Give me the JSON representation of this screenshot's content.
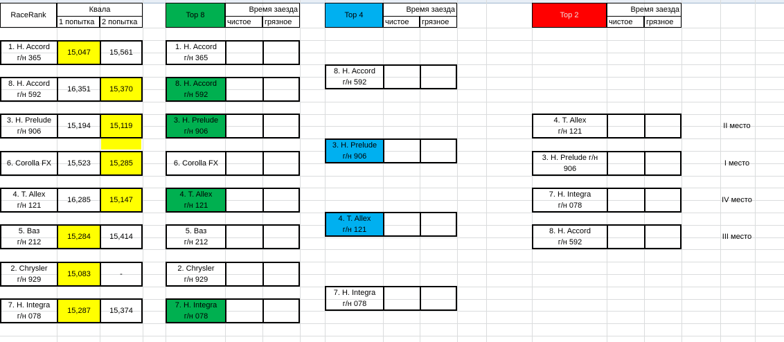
{
  "headers": {
    "race_rank": "RaceRank",
    "kvala": "Квала",
    "attempt1": "1 попытка",
    "attempt2": "2 попытка",
    "top8": "Top 8",
    "top4": "Top 4",
    "top2": "Top 2",
    "race_time": "Время заезда",
    "clean": "чистое",
    "dirty": "грязное"
  },
  "qualification": [
    {
      "name": "1. H. Accord\nг/н 365",
      "t1": "15,047",
      "t2": "15,561",
      "best": 1
    },
    {
      "name": "8. H. Accord\nг/н 592",
      "t1": "16,351",
      "t2": "15,370",
      "best": 2
    },
    {
      "name": "3. H. Prelude\nг/н 906",
      "t1": "15,194",
      "t2": "15,119",
      "best": 2
    },
    {
      "name": "6. Corolla FX",
      "t1": "15,523",
      "t2": "15,285",
      "best": 2
    },
    {
      "name": "4. T. Allex\nг/н 121",
      "t1": "16,285",
      "t2": "15,147",
      "best": 2
    },
    {
      "name": "5. Ваз\nг/н 212",
      "t1": "15,284",
      "t2": "15,414",
      "best": 1
    },
    {
      "name": "2. Chrysler\nг/н 929",
      "t1": "15,083",
      "t2": "-",
      "best": 1
    },
    {
      "name": "7. H. Integra\nг/н 078",
      "t1": "15,287",
      "t2": "15,374",
      "best": 1
    }
  ],
  "top8": [
    {
      "name": "1. H. Accord\nг/н 365",
      "winner": false
    },
    {
      "name": "8. H. Accord\nг/н 592",
      "winner": true
    },
    {
      "name": "3. H. Prelude\nг/н 906",
      "winner": true
    },
    {
      "name": "6. Corolla FX",
      "winner": false
    },
    {
      "name": "4. T. Allex\nг/н 121",
      "winner": true
    },
    {
      "name": "5. Ваз\nг/н 212",
      "winner": false
    },
    {
      "name": "2. Chrysler\nг/н 929",
      "winner": false
    },
    {
      "name": "7. H. Integra\nг/н 078",
      "winner": true
    }
  ],
  "top4": [
    {
      "name": "8. H. Accord\nг/н 592",
      "winner": false
    },
    {
      "name": "3. H. Prelude\nг/н 906",
      "winner": true
    },
    {
      "name": "4. T. Allex\nг/н 121",
      "winner": true
    },
    {
      "name": "7. H. Integra\nг/н 078",
      "winner": false
    }
  ],
  "top2": [
    {
      "name": "4. T. Allex\nг/н 121",
      "place": "II место"
    },
    {
      "name": "3. H. Prelude г/н\n906",
      "place": "I место"
    },
    {
      "name": "7. H. Integra\nг/н 078",
      "place": "IV место"
    },
    {
      "name": "8. H. Accord\nг/н 592",
      "place": "III место"
    }
  ],
  "colors": {
    "best_time": "#ffff00",
    "top8_winner": "#00b050",
    "top4_winner": "#00b0f0",
    "top2_header": "#ff0000",
    "gridline": "#dadcdd"
  }
}
